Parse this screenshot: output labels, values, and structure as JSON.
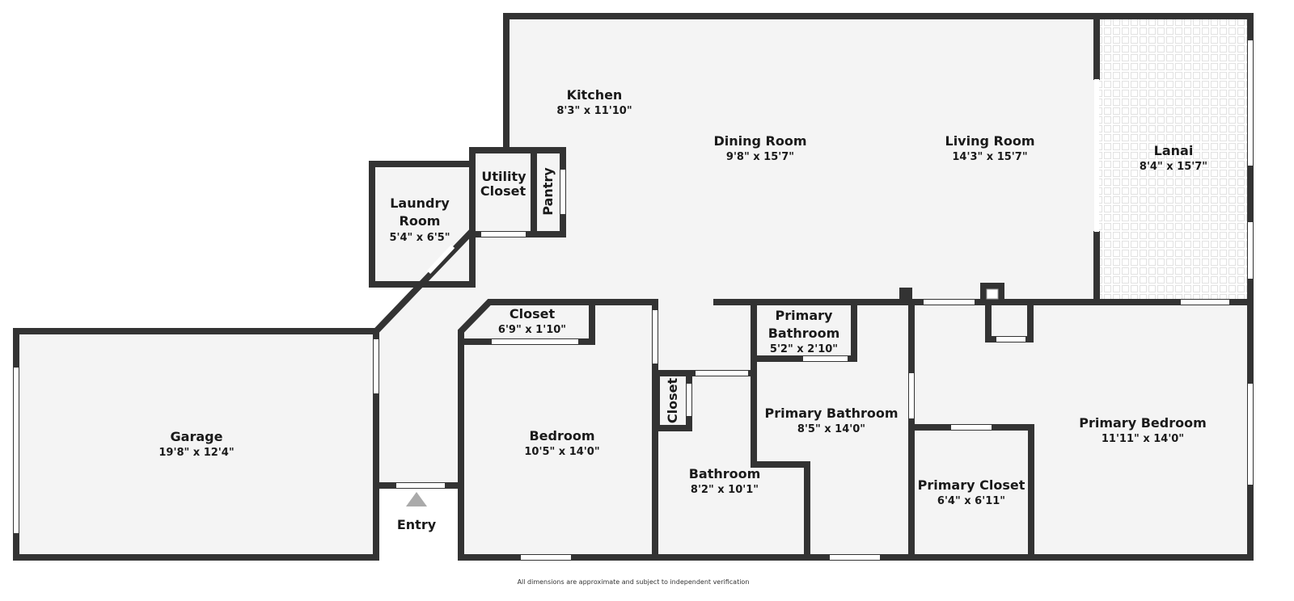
{
  "rooms": {
    "kitchen": {
      "name": "Kitchen",
      "dim": "8'3\" x 11'10\""
    },
    "dining": {
      "name": "Dining Room",
      "dim": "9'8\" x 15'7\""
    },
    "living": {
      "name": "Living Room",
      "dim": "14'3\" x 15'7\""
    },
    "lanai": {
      "name": "Lanai",
      "dim": "8'4\" x 15'7\""
    },
    "laundry": {
      "name1": "Laundry",
      "name2": "Room",
      "dim": "5'4\" x 6'5\""
    },
    "utility": {
      "name1": "Utility",
      "name2": "Closet"
    },
    "pantry": {
      "name": "Pantry"
    },
    "closet_bed": {
      "name": "Closet",
      "dim": "6'9\" x 1'10\""
    },
    "primary_bath_small": {
      "name1": "Primary",
      "name2": "Bathroom",
      "dim": "5'2\" x 2'10\""
    },
    "garage": {
      "name": "Garage",
      "dim": "19'8\" x 12'4\""
    },
    "bedroom": {
      "name": "Bedroom",
      "dim": "10'5\" x 14'0\""
    },
    "closet_hall": {
      "name": "Closet"
    },
    "bathroom": {
      "name": "Bathroom",
      "dim": "8'2\" x 10'1\""
    },
    "primary_bath": {
      "name": "Primary Bathroom",
      "dim": "8'5\" x 14'0\""
    },
    "primary_closet": {
      "name": "Primary Closet",
      "dim": "6'4\" x 6'11\""
    },
    "primary_bedroom": {
      "name": "Primary Bedroom",
      "dim": "11'11\" x 14'0\""
    },
    "entry": {
      "name": "Entry"
    }
  },
  "colors": {
    "wall": "#333333",
    "floor": "#f4f4f4"
  },
  "footer": {
    "disclaimer": "All dimensions are approximate and subject to independent verification"
  }
}
